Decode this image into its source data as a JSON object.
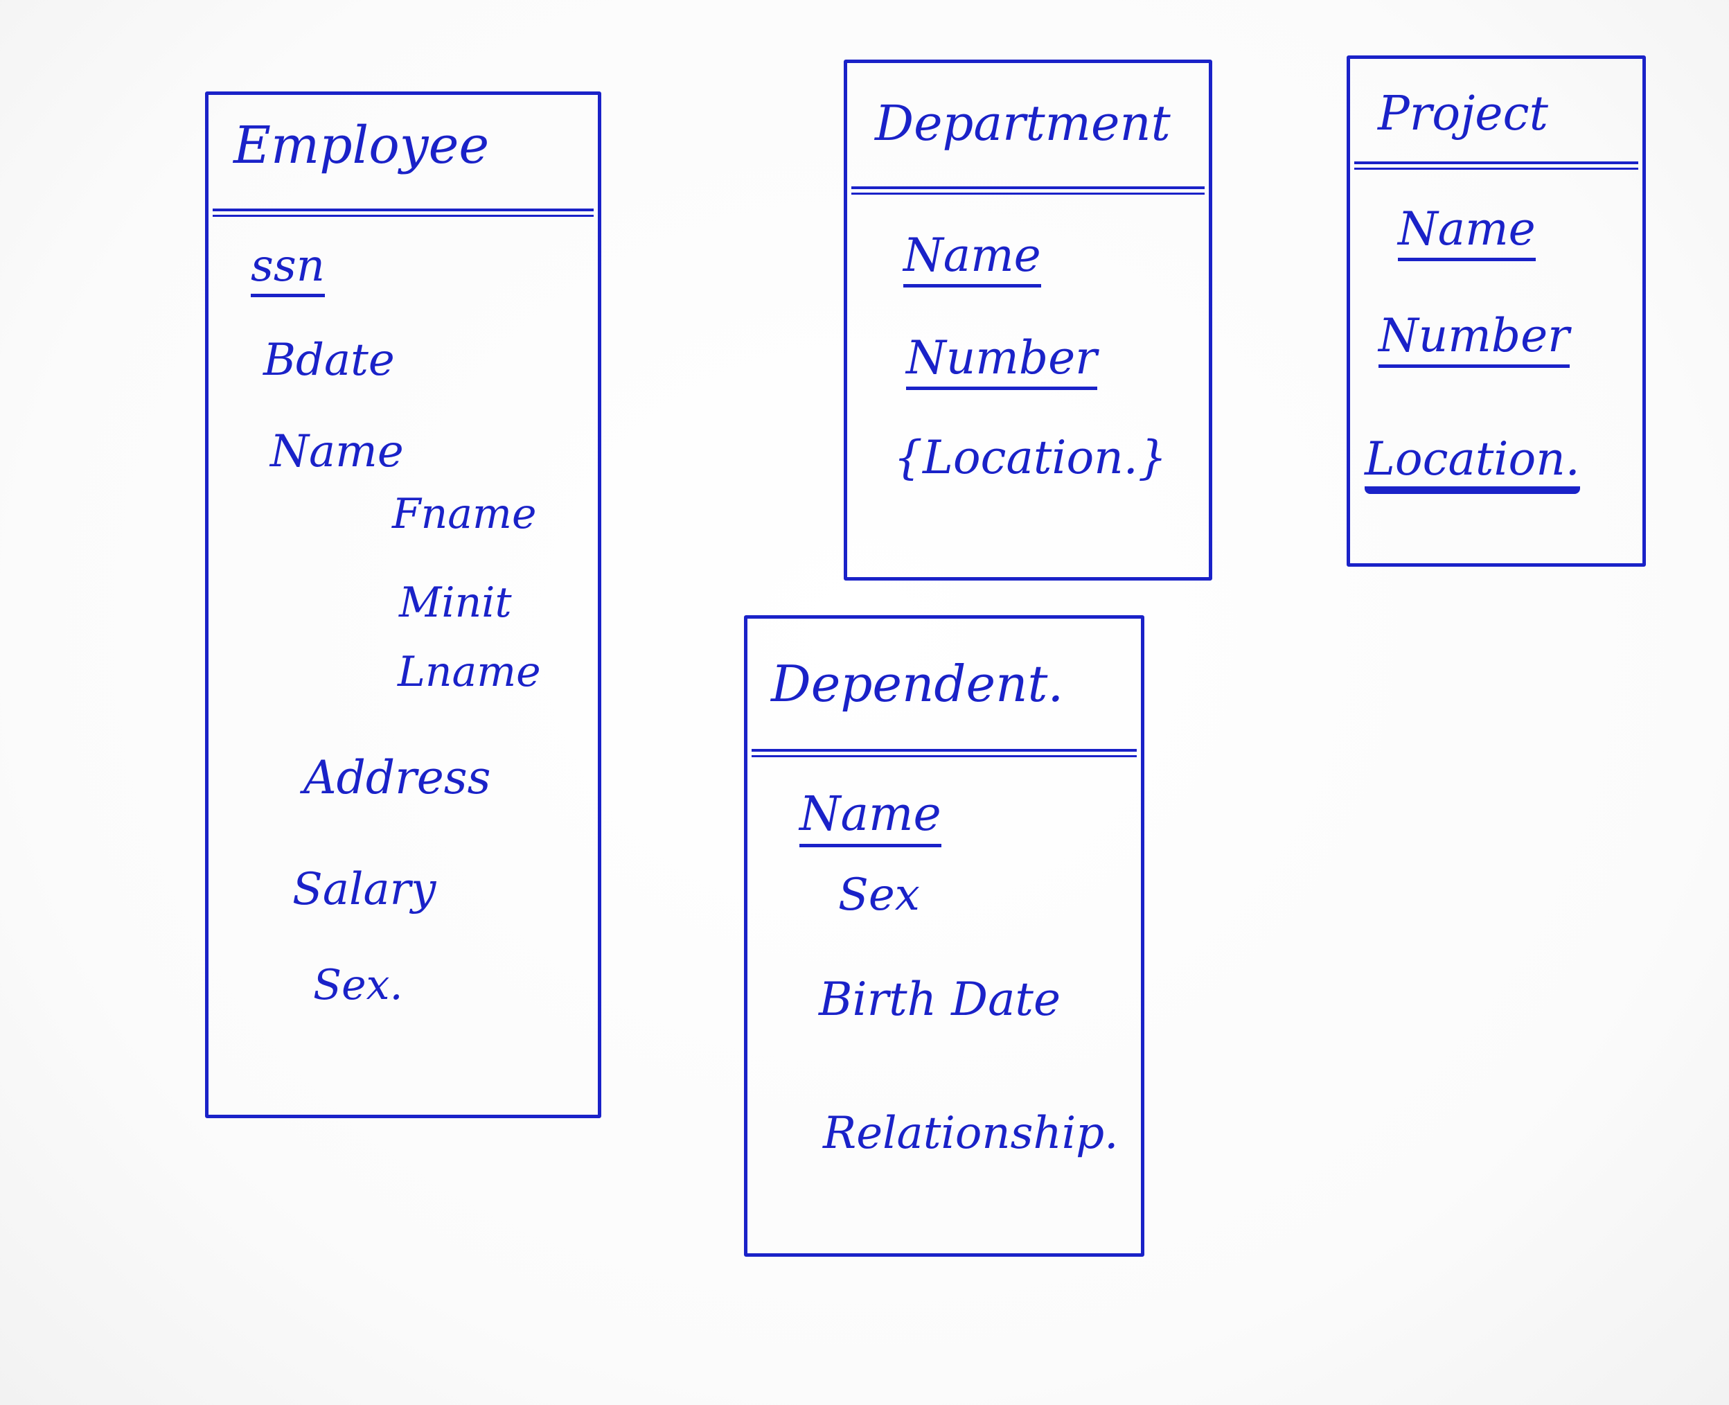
{
  "colors": {
    "ink": "#1a22c8",
    "paper": "#fdfdfd"
  },
  "employee": {
    "title": "Employee",
    "key": "ssn",
    "bdate": "Bdate",
    "name": "Name",
    "fname": "Fname",
    "minit": "Minit",
    "lname": "Lname",
    "address": "Address",
    "salary": "Salary",
    "sex": "Sex."
  },
  "department": {
    "title": "Department",
    "key_name": "Name",
    "key_number": "Number",
    "location": "{Location.}"
  },
  "project": {
    "title": "Project",
    "key_name": "Name",
    "key_number": "Number",
    "key_location": "Location."
  },
  "dependent": {
    "title": "Dependent.",
    "key_name": "Name",
    "sex": "Sex",
    "birth_date": "Birth Date",
    "relationship": "Relationship."
  }
}
